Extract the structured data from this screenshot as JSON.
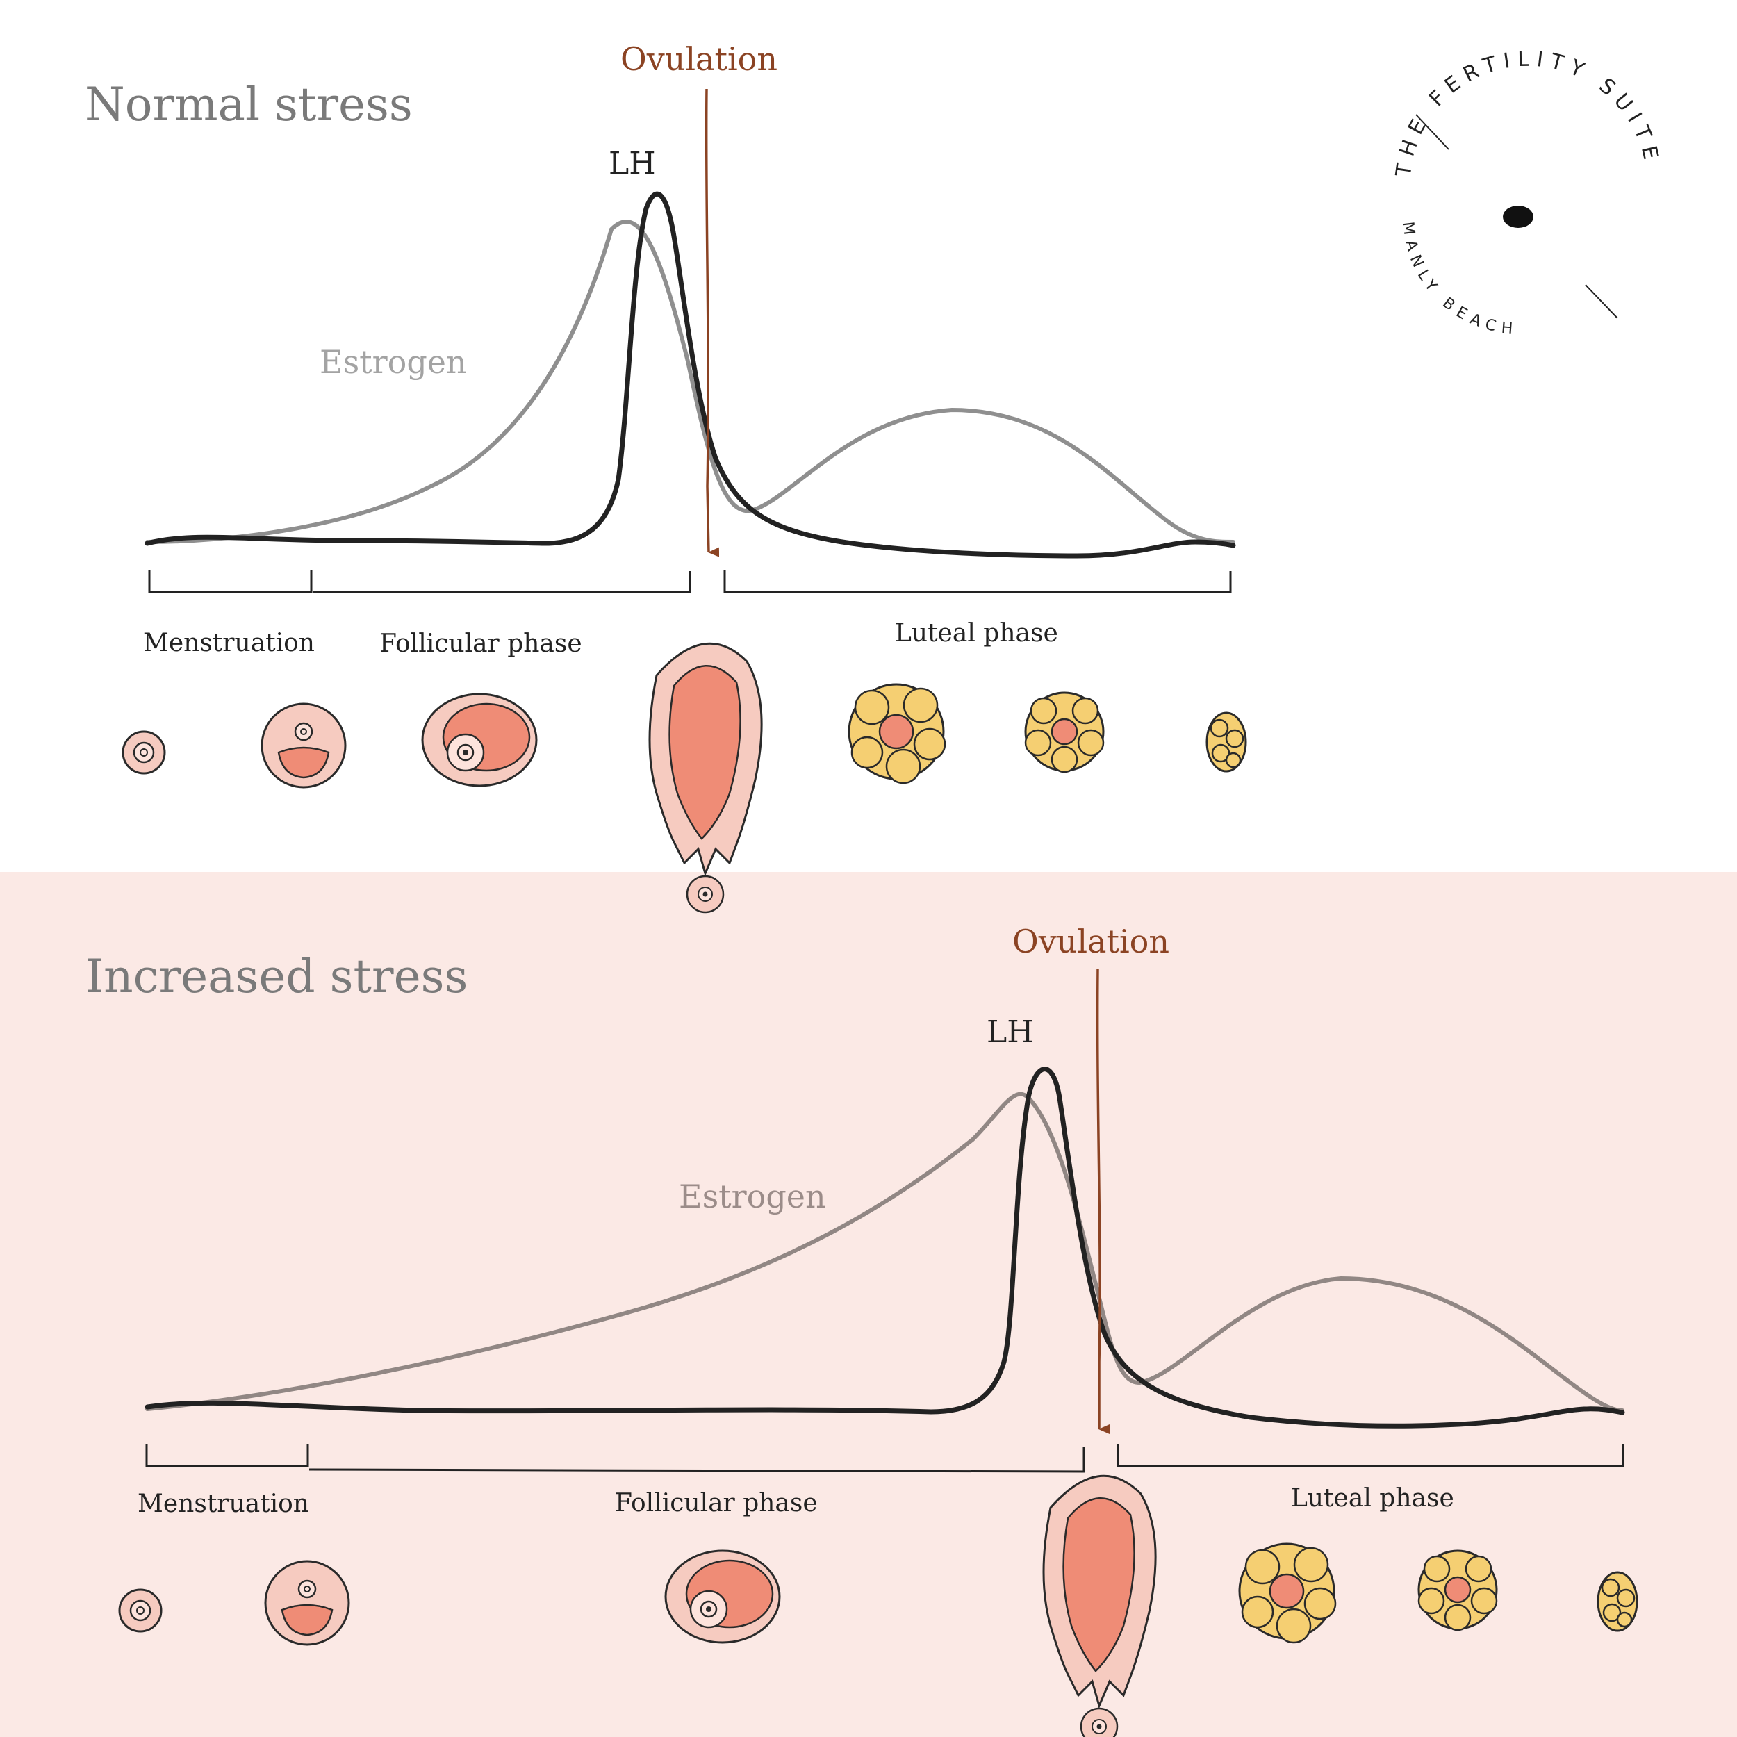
{
  "logo": {
    "name": "THE FERTILITY SUITE",
    "location": "MANLY BEACH"
  },
  "panels": [
    {
      "title": "Normal stress",
      "ovulation_label": "Ovulation",
      "lh_label": "LH",
      "estrogen_label": "Estrogen",
      "phases": {
        "menstruation": "Menstruation",
        "follicular": "Follicular phase",
        "luteal": "Luteal phase"
      }
    },
    {
      "title": "Increased stress",
      "ovulation_label": "Ovulation",
      "lh_label": "LH",
      "estrogen_label": "Estrogen",
      "phases": {
        "menstruation": "Menstruation",
        "follicular": "Follicular phase",
        "luteal": "Luteal phase"
      }
    }
  ],
  "colors": {
    "lh_curve": "#222222",
    "estrogen_curve_top": "#8f8f8f",
    "estrogen_curve_bottom": "#918784",
    "ovulation_arrow": "#8b4323",
    "follicle_outer": "#f6cbc0",
    "follicle_inner": "#ef8c76",
    "corpus_luteum": "#f5cf72",
    "bottom_background": "#fbe9e5"
  }
}
